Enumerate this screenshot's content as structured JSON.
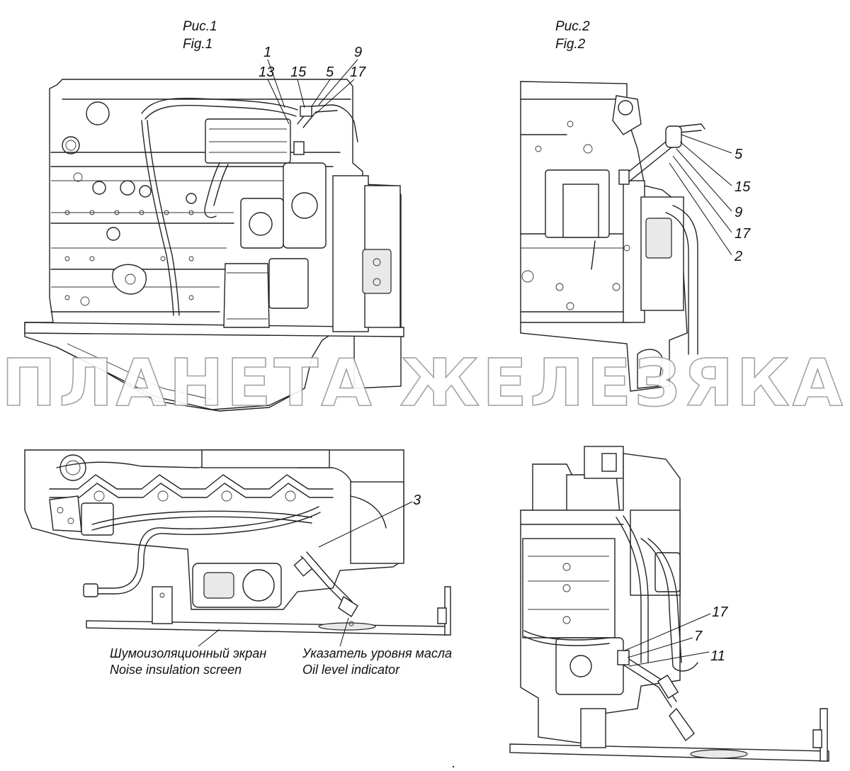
{
  "figures": {
    "fig1": {
      "title_ru": "Рис.1",
      "title_en": "Fig.1"
    },
    "fig2": {
      "title_ru": "Рис.2",
      "title_en": "Fig.2"
    }
  },
  "callouts": {
    "fig1": [
      "1",
      "13",
      "15",
      "5",
      "9",
      "17"
    ],
    "fig2": [
      "5",
      "15",
      "9",
      "17",
      "2"
    ],
    "bottom_left": [
      "3"
    ],
    "bottom_right": [
      "17",
      "7",
      "11"
    ]
  },
  "captions": {
    "screen_ru": "Шумоизоляционный экран",
    "screen_en": "Noise insulation screen",
    "indicator_ru": "Указатель уровня масла",
    "indicator_en": "Oil level  indicator"
  },
  "watermark": "ПЛАНЕТА ЖЕЛЕЗЯКА"
}
